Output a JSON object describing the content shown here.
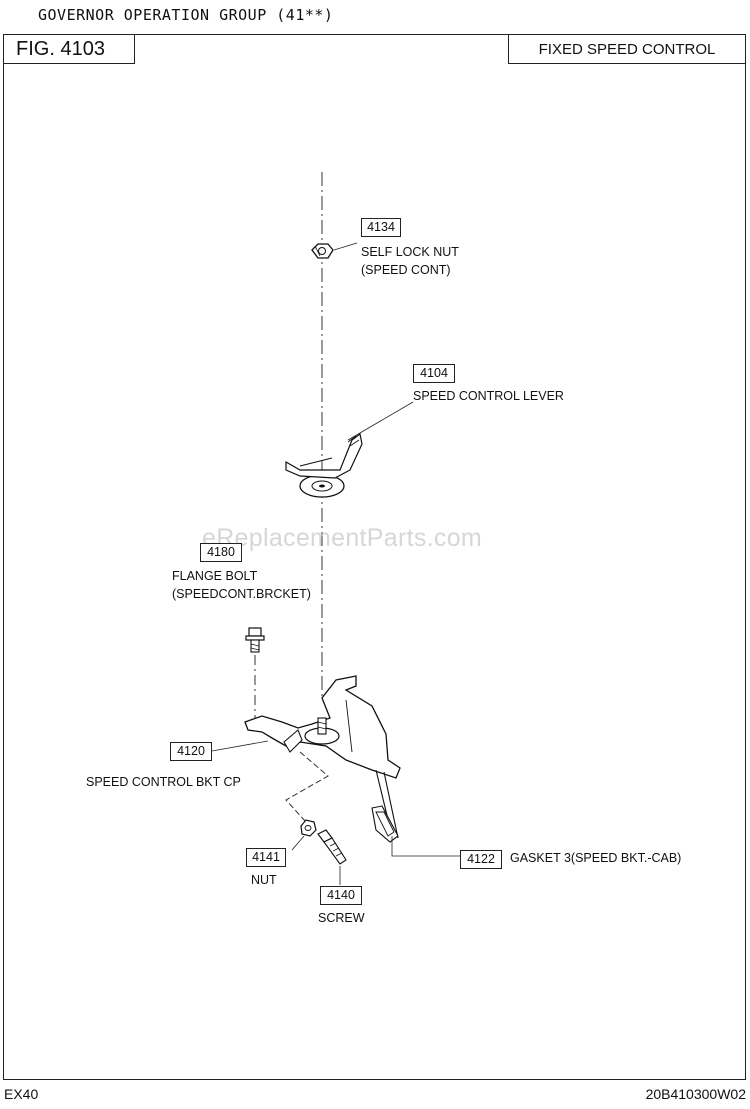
{
  "header": {
    "group_title": "GOVERNOR OPERATION GROUP (41**)",
    "figure": "FIG. 4103",
    "mode": "FIXED SPEED CONTROL"
  },
  "parts": [
    {
      "number": "4134",
      "name_line1": "SELF LOCK NUT",
      "name_line2": "(SPEED CONT)"
    },
    {
      "number": "4104",
      "name_line1": "SPEED CONTROL LEVER",
      "name_line2": ""
    },
    {
      "number": "4180",
      "name_line1": "FLANGE BOLT",
      "name_line2": "(SPEEDCONT.BRCKET)"
    },
    {
      "number": "4120",
      "name_line1": "SPEED CONTROL BKT CP",
      "name_line2": ""
    },
    {
      "number": "4141",
      "name_line1": "NUT",
      "name_line2": ""
    },
    {
      "number": "4140",
      "name_line1": "SCREW",
      "name_line2": ""
    },
    {
      "number": "4122",
      "name_line1": "GASKET 3(SPEED  BKT.-CAB)",
      "name_line2": ""
    }
  ],
  "watermark": "eReplacementParts.com",
  "footer": {
    "model": "EX40",
    "doc_code": "20B410300W02"
  }
}
